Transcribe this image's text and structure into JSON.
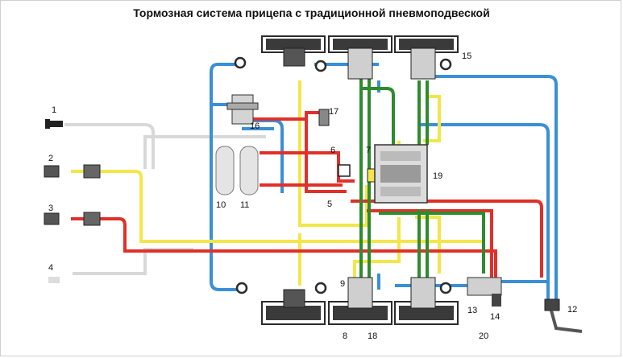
{
  "title": "Тормозная система прицепа с традиционной пневмоподвеской",
  "callouts": [
    "1",
    "2",
    "3",
    "4",
    "5",
    "6",
    "7",
    "8",
    "9",
    "10",
    "11",
    "12",
    "13",
    "14",
    "15",
    "16",
    "17",
    "18",
    "19",
    "20"
  ],
  "colors": {
    "blue": "#3a8fd6",
    "red": "#e0302a",
    "yellow": "#f2e64a",
    "green": "#2e8b2e",
    "grey": "#d8d8d8",
    "dark": "#2b2b2b"
  }
}
